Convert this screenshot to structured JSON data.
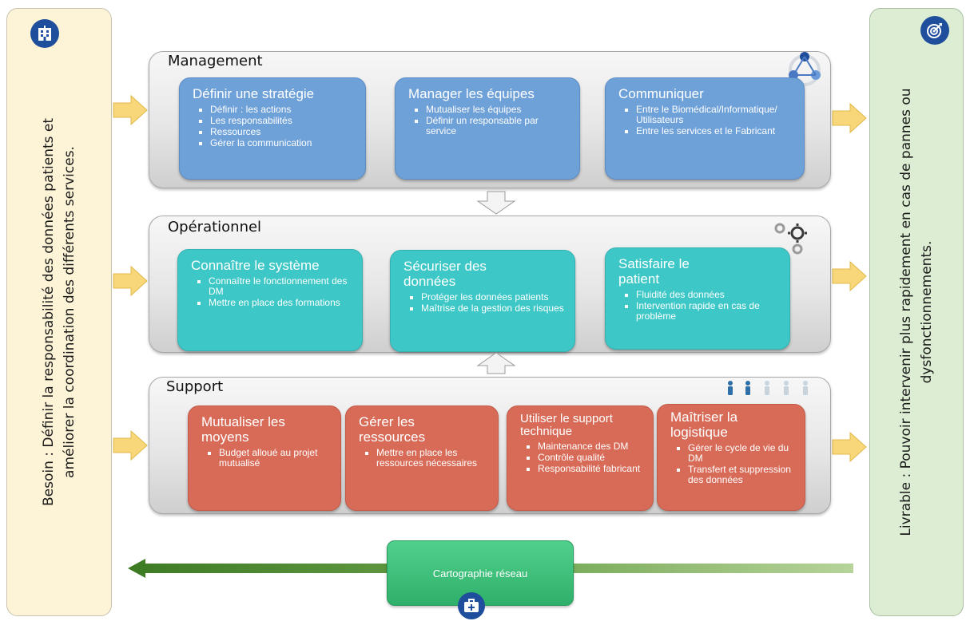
{
  "besoin": {
    "lines": [
      "Besoin : Définir la responsabilité des données patients et",
      "améliorer la coordination des différents services."
    ]
  },
  "livrable": {
    "lines": [
      "Livrable : Pouvoir intervenir plus rapidement en cas de pannes ou",
      "dysfonctionnements."
    ]
  },
  "management": {
    "title": "Management",
    "boxes": [
      {
        "title": "Définir une stratégie",
        "items": [
          "Définir : les actions",
          "Les responsabilités",
          "Ressources",
          "Gérer la communication"
        ]
      },
      {
        "title": "Manager les équipes",
        "items": [
          "Mutualiser les équipes",
          "Définir un responsable par service"
        ]
      },
      {
        "title": "Communiquer",
        "items": [
          "Entre le Biomédical/Informatique/ Utilisateurs",
          " Entre les services et le Fabricant"
        ]
      }
    ]
  },
  "operationnel": {
    "title": "Opérationnel",
    "boxes": [
      {
        "title": "Connaître le système",
        "items": [
          "Connaître le fonctionnement des DM",
          "Mettre en place des formations"
        ]
      },
      {
        "title": "Sécuriser des données",
        "items": [
          "Protéger les données patients",
          "Maîtrise de la gestion des risques"
        ]
      },
      {
        "title": "Satisfaire le patient",
        "items": [
          "Fluidité des données",
          "Intervention rapide en cas de problème"
        ]
      }
    ]
  },
  "support": {
    "title": "Support",
    "boxes": [
      {
        "title": "Mutualiser les moyens",
        "items": [
          "Budget alloué au projet mutualisé"
        ]
      },
      {
        "title": "Gérer les ressources",
        "items": [
          "Mettre en place les ressources nécessaires"
        ]
      },
      {
        "title": "Utiliser le support technique",
        "items": [
          "Maintenance des DM",
          "Contrôle qualité",
          "Responsabilité fabricant"
        ]
      },
      {
        "title": "Maîtriser la logistique",
        "items": [
          "Gérer le cycle de vie du DM",
          "Transfert et suppression des données"
        ]
      }
    ]
  },
  "cartographie": {
    "label": "Cartographie réseau"
  },
  "colors": {
    "management_box": "#6fa1d9",
    "operationnel_box": "#3ec7c7",
    "support_box": "#d86b58",
    "arrow_yellow": "#f7d77a",
    "arrow_green": "#4f8a2e",
    "badge_blue": "#1f4e9c"
  },
  "icons": [
    "hospital-icon",
    "target-icon",
    "network-icon",
    "gears-icon",
    "people-icon",
    "medical-kit-icon"
  ]
}
